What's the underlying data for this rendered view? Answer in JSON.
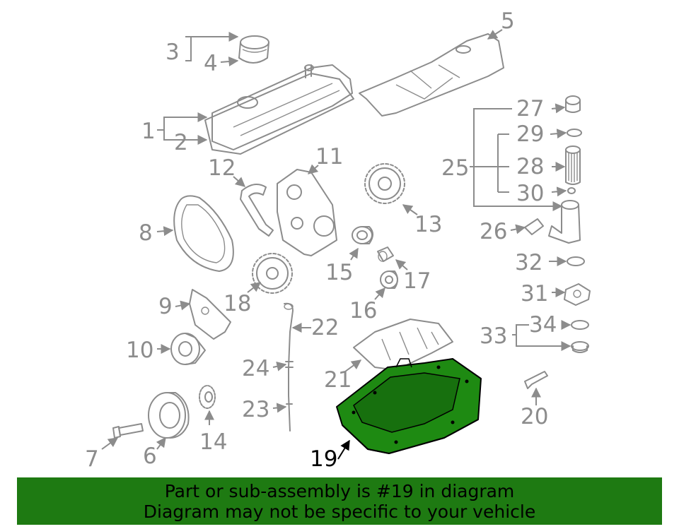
{
  "diagram": {
    "callouts": [
      "1",
      "2",
      "3",
      "4",
      "5",
      "6",
      "7",
      "8",
      "9",
      "10",
      "11",
      "12",
      "13",
      "14",
      "15",
      "16",
      "17",
      "18",
      "19",
      "20",
      "21",
      "22",
      "23",
      "24",
      "25",
      "26",
      "27",
      "28",
      "29",
      "30",
      "31",
      "32",
      "33",
      "34"
    ],
    "highlighted_callout": "19",
    "highlight_color": "#1e8a12",
    "line_color": "#8c8c8c"
  },
  "banner": {
    "line1": "Part or sub-assembly is #19 in diagram",
    "line2": "Diagram may not be specific to your vehicle",
    "background": "#1e7a12"
  }
}
